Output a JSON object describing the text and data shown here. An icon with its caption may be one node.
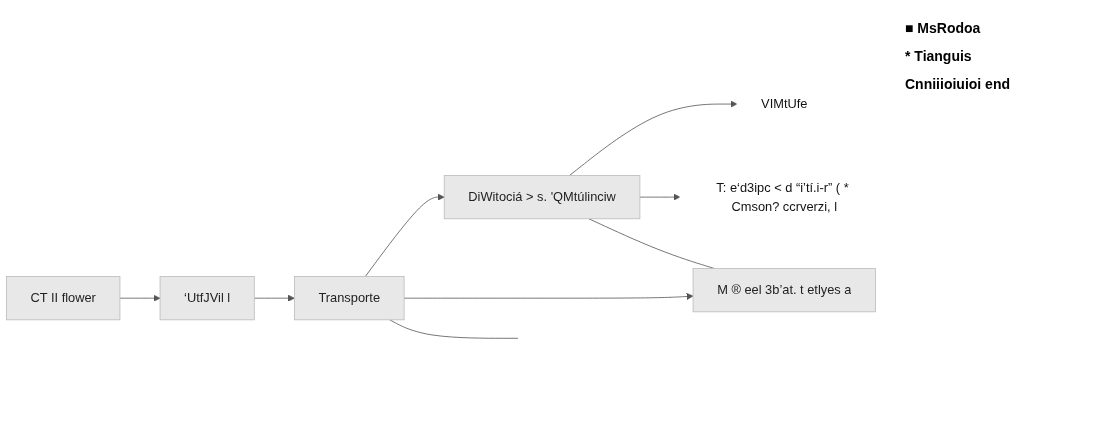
{
  "diagram": {
    "nodes": [
      {
        "text": [
          "CT II flower"
        ]
      },
      {
        "text": [
          "‘UtfJVil l"
        ]
      },
      {
        "text": [
          "Transporte"
        ]
      },
      {
        "text": [
          "DiWitociá > s. 'QMtúlinciw"
        ]
      },
      {
        "text": [
          "M ® eel 3b’at. t etlyes a"
        ]
      },
      {
        "text": [
          "VIMtUfe"
        ]
      },
      {
        "text": [
          "T: e‘d3ipc < d “i’tí.i-r” ( * Cmson? ccrverzi, l"
        ]
      }
    ],
    "edges": [
      {
        "from": 0,
        "to": 1,
        "arrow": "to"
      },
      {
        "from": 1,
        "to": 2,
        "arrow": "to"
      },
      {
        "from": 2,
        "to": 3,
        "arrow": "to"
      },
      {
        "from": 2,
        "to": 4,
        "arrow": "to"
      },
      {
        "from": 3,
        "to": 5,
        "arrow": "to"
      },
      {
        "from": 3,
        "to": 6,
        "arrow": "to"
      },
      {
        "from": 2,
        "to": null,
        "arrow": "none"
      },
      {
        "from": 3,
        "to": 4,
        "arrow": "none"
      }
    ],
    "labels": [
      "■ MsRodoa",
      "* Tianguis",
      "Cnniiioiuioi end"
    ]
  }
}
